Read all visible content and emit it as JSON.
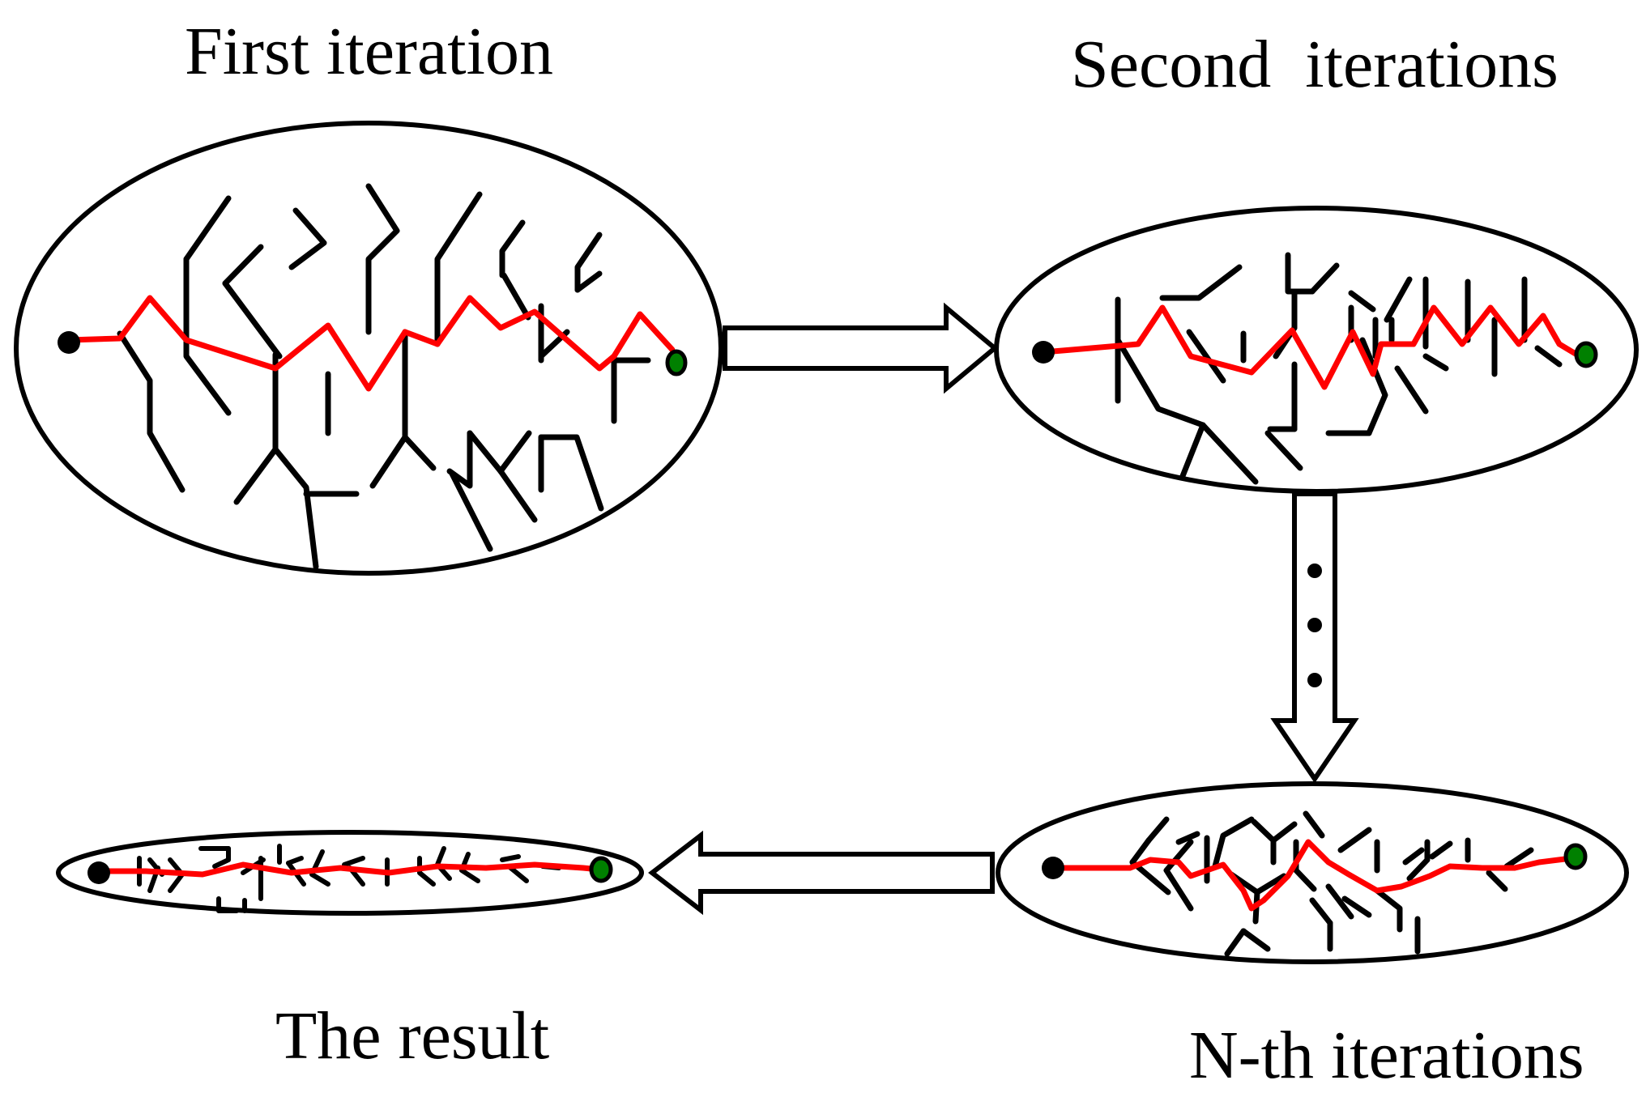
{
  "labels": {
    "first": "First iteration",
    "second": "Second  iterations",
    "nth": "N-th iterations",
    "result": "The result"
  },
  "colors": {
    "path": "#ff0000",
    "branch": "#000000",
    "start_node": "#000000",
    "end_node": "#008000",
    "outline": "#000000",
    "background": "#ffffff"
  },
  "stages": [
    {
      "name": "first-iteration",
      "label_key": "first"
    },
    {
      "name": "second-iteration",
      "label_key": "second"
    },
    {
      "name": "nth-iteration",
      "label_key": "nth"
    },
    {
      "name": "result",
      "label_key": "result"
    }
  ],
  "flow": [
    "first-iteration",
    "second-iteration",
    "nth-iteration",
    "result"
  ],
  "continuation_marker": "ellipsis-dots",
  "icons": {
    "start": "start-node-icon",
    "end": "goal-node-icon",
    "arrow": "hollow-arrow-icon"
  }
}
